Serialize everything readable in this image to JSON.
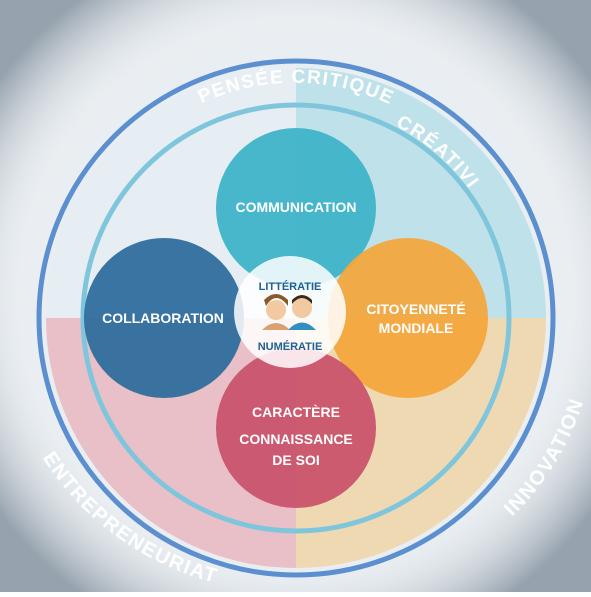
{
  "outer_words": {
    "top": "CRÉATIVITÉ",
    "right": "INNOVATION",
    "left": "ENTREPRENEURIAT"
  },
  "ring_label": "PENSÉE CRITIQUE",
  "petals": {
    "top": "COMMUNICATION",
    "left": "COLLABORATION",
    "right_line1": "CITOYENNETÉ",
    "right_line2": "MONDIALE",
    "bottom_line1": "CARACTÈRE",
    "bottom_line2": "CONNAISSANCE",
    "bottom_line3": "DE SOI"
  },
  "center": {
    "top": "LITTÉRATIE",
    "bottom": "NUMÉRATIE",
    "icon": "two-people-icon"
  },
  "colors": {
    "communication": "#3fb3c9",
    "collaboration": "#2f6d9d",
    "citizenship": "#f4a53a",
    "character": "#c9506a",
    "ring": "#5b9bd5",
    "center_text": "#1f5f92"
  }
}
